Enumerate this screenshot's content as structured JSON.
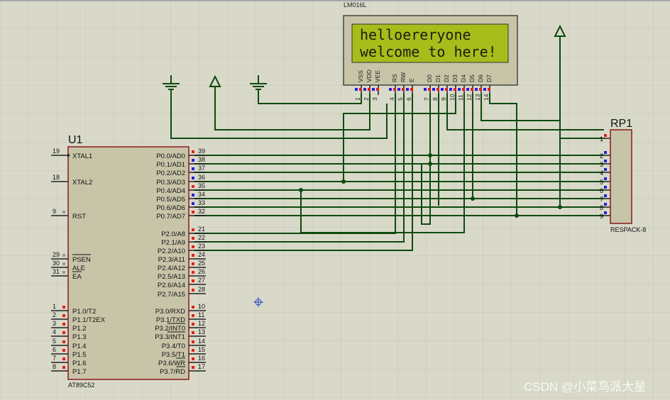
{
  "lcd": {
    "part_name": "LM016L",
    "line1": "helloereryone",
    "line2": "welcome to here!",
    "pins": [
      {
        "num": "1",
        "name": "VSS"
      },
      {
        "num": "2",
        "name": "VDD"
      },
      {
        "num": "3",
        "name": "VEE"
      },
      {
        "num": "4",
        "name": "RS"
      },
      {
        "num": "5",
        "name": "RW"
      },
      {
        "num": "6",
        "name": "E"
      },
      {
        "num": "7",
        "name": "D0"
      },
      {
        "num": "8",
        "name": "D1"
      },
      {
        "num": "9",
        "name": "D2"
      },
      {
        "num": "10",
        "name": "D3"
      },
      {
        "num": "11",
        "name": "D4"
      },
      {
        "num": "12",
        "name": "D5"
      },
      {
        "num": "13",
        "name": "D6"
      },
      {
        "num": "14",
        "name": "D7"
      }
    ]
  },
  "mcu": {
    "ref": "U1",
    "part": "AT89C52",
    "left_pins": [
      {
        "num": "19",
        "label": "XTAL1"
      },
      {
        "num": "18",
        "label": "XTAL2"
      },
      {
        "num": "9",
        "label": "RST"
      },
      {
        "num": "29",
        "label": "PSEN"
      },
      {
        "num": "30",
        "label": "ALE"
      },
      {
        "num": "31",
        "label": "EA"
      },
      {
        "num": "1",
        "label": "P1.0/T2"
      },
      {
        "num": "2",
        "label": "P1.1/T2EX"
      },
      {
        "num": "3",
        "label": "P1.2"
      },
      {
        "num": "4",
        "label": "P1.3"
      },
      {
        "num": "5",
        "label": "P1.4"
      },
      {
        "num": "6",
        "label": "P1.5"
      },
      {
        "num": "7",
        "label": "P1.6"
      },
      {
        "num": "8",
        "label": "P1.7"
      }
    ],
    "right_pins": [
      {
        "num": "39",
        "label": "P0.0/AD0"
      },
      {
        "num": "38",
        "label": "P0.1/AD1"
      },
      {
        "num": "37",
        "label": "P0.2/AD2"
      },
      {
        "num": "36",
        "label": "P0.3/AD3"
      },
      {
        "num": "35",
        "label": "P0.4/AD4"
      },
      {
        "num": "34",
        "label": "P0.5/AD5"
      },
      {
        "num": "33",
        "label": "P0.6/AD6"
      },
      {
        "num": "32",
        "label": "P0.7/AD7"
      },
      {
        "num": "21",
        "label": "P2.0/A8"
      },
      {
        "num": "22",
        "label": "P2.1/A9"
      },
      {
        "num": "23",
        "label": "P2.2/A10"
      },
      {
        "num": "24",
        "label": "P2.3/A11"
      },
      {
        "num": "25",
        "label": "P2.4/A12"
      },
      {
        "num": "26",
        "label": "P2.5/A13"
      },
      {
        "num": "27",
        "label": "P2.6/A14"
      },
      {
        "num": "28",
        "label": "P2.7/A15"
      },
      {
        "num": "10",
        "label": "P3.0/RXD"
      },
      {
        "num": "11",
        "label": "P3.1/TXD"
      },
      {
        "num": "12",
        "label": "P3.2/INT0"
      },
      {
        "num": "13",
        "label": "P3.3/INT1"
      },
      {
        "num": "14",
        "label": "P3.4/T0"
      },
      {
        "num": "15",
        "label": "P3.5/T1"
      },
      {
        "num": "16",
        "label": "P3.6/WR"
      },
      {
        "num": "17",
        "label": "P3.7/RD"
      }
    ]
  },
  "rpack": {
    "ref": "RP1",
    "part": "RESPACK-8",
    "pins": [
      "1",
      "2",
      "3",
      "4",
      "5",
      "6",
      "7",
      "8",
      "9"
    ]
  },
  "watermark": "CSDN @小菜鸟派大星",
  "colors": {
    "background": "#d8d8c8",
    "grid": "#c8c8b8",
    "wire": "#0e4a0e",
    "component_body": "#c8c4a8",
    "component_border": "#8b1a1a",
    "lcd_screen": "#a6bd1a",
    "pin_red": "#e02020",
    "pin_blue": "#2020e0",
    "pin_gray": "#888888"
  }
}
